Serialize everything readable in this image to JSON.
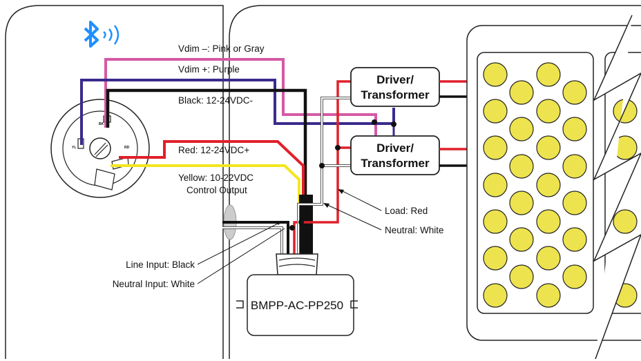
{
  "labels": {
    "vdim_minus": "Vdim –: Pink or Gray",
    "vdim_plus": "Vdim +: Purple",
    "black": "Black: 12-24VDC-",
    "red": "Red: 12-24VDC+",
    "yellow_line1": "Yellow: 10-22VDC",
    "yellow_line2": "Control Output",
    "load": "Load: Red",
    "neutral": "Neutral: White",
    "line_input": "Line Input: Black",
    "neutral_input": "Neutral Input: White"
  },
  "drivers": [
    {
      "line1": "Driver/",
      "line2": "Transformer"
    },
    {
      "line1": "Driver/",
      "line2": "Transformer"
    }
  ],
  "device": {
    "model": "BMPP-AC-PP250"
  },
  "sensor": {
    "pin_bk": "BK",
    "pin_yl": "YL",
    "pin_rd": "RD"
  },
  "icons": {
    "wireless": "bluetooth-icon"
  },
  "colors": {
    "pink": "#d45aa5",
    "purple": "#3b2a8c",
    "black": "#111111",
    "red": "#e0202a",
    "yellow": "#f3e61d",
    "white_wire": "#ffffff",
    "led": "#ede34e",
    "bluetooth": "#1e90ff"
  }
}
